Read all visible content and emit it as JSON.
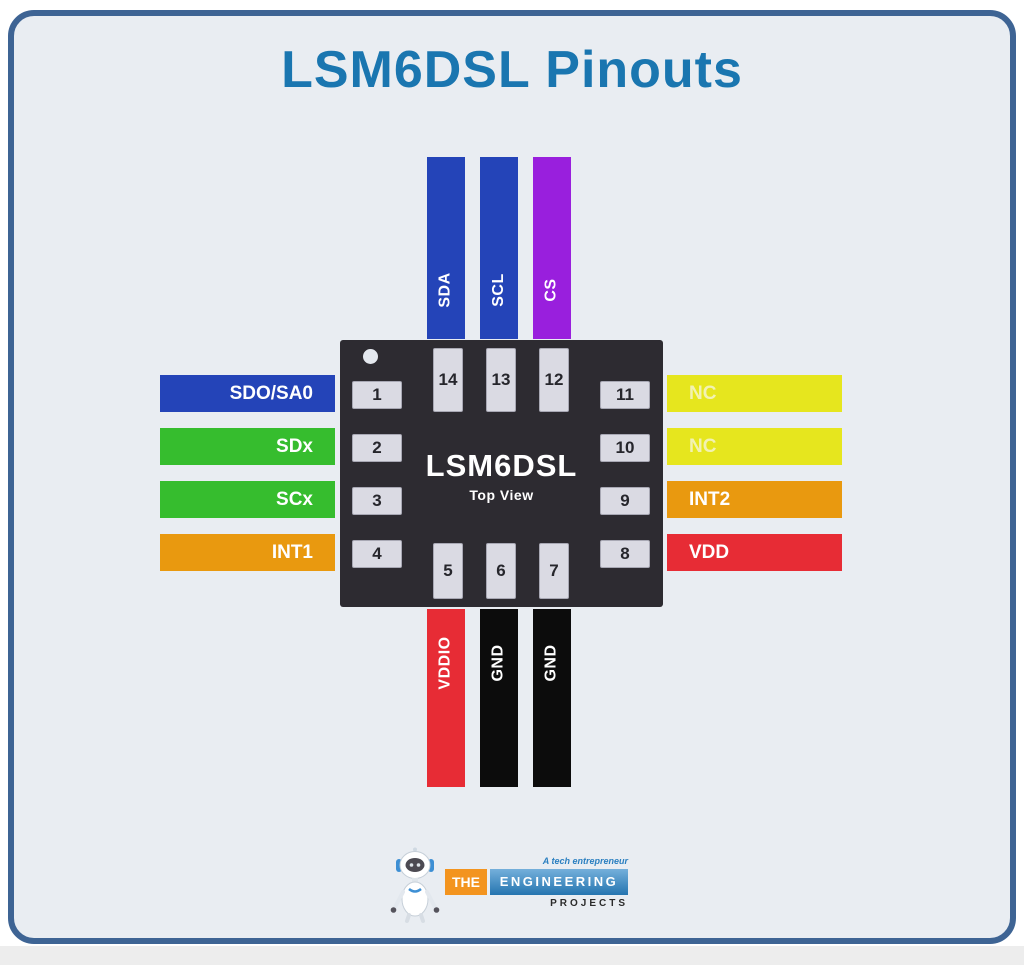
{
  "title": {
    "text": "LSM6DSL Pinouts",
    "color": "#1a76b0"
  },
  "colors": {
    "frame_border": "#3e6494",
    "frame_background": "#e9edf2",
    "i2c_blue": "#2444b8",
    "spi_purple": "#991fdd",
    "green": "#36bd2e",
    "orange": "#e9990f",
    "yellow": "#e6e61e",
    "red": "#e72c35",
    "gnd_black": "#0c0c0c",
    "chip_body": "#2d2b31",
    "pad_fill": "#dadae3"
  },
  "chip": {
    "name": "LSM6DSL",
    "view_label": "Top View"
  },
  "pins": {
    "top": [
      {
        "pad": "14",
        "label": "SDA",
        "color": "#2444b8"
      },
      {
        "pad": "13",
        "label": "SCL",
        "color": "#2444b8"
      },
      {
        "pad": "12",
        "label": "CS",
        "color": "#991fdd"
      }
    ],
    "left": [
      {
        "pad": "1",
        "label": "SDO/SA0",
        "color": "#2444b8"
      },
      {
        "pad": "2",
        "label": "SDx",
        "color": "#36bd2e"
      },
      {
        "pad": "3",
        "label": "SCx",
        "color": "#36bd2e"
      },
      {
        "pad": "4",
        "label": "INT1",
        "color": "#e9990f"
      }
    ],
    "right": [
      {
        "pad": "11",
        "label": "NC",
        "color": "#e6e61e",
        "label_color": "#f2f2b2"
      },
      {
        "pad": "10",
        "label": "NC",
        "color": "#e6e61e",
        "label_color": "#f2f2b2"
      },
      {
        "pad": "9",
        "label": "INT2",
        "color": "#e9990f"
      },
      {
        "pad": "8",
        "label": "VDD",
        "color": "#e72c35"
      }
    ],
    "bottom": [
      {
        "pad": "5",
        "label": "VDDIO",
        "color": "#e72c35"
      },
      {
        "pad": "6",
        "label": "GND",
        "color": "#0c0c0c"
      },
      {
        "pad": "7",
        "label": "GND",
        "color": "#0c0c0c"
      }
    ]
  },
  "logo": {
    "tagline": "A tech entrepreneur",
    "the": "THE",
    "engineering": "ENGINEERING",
    "projects": "PROJECTS",
    "the_bg": "#f3941f",
    "engineering_bg": "#2a85c8"
  }
}
